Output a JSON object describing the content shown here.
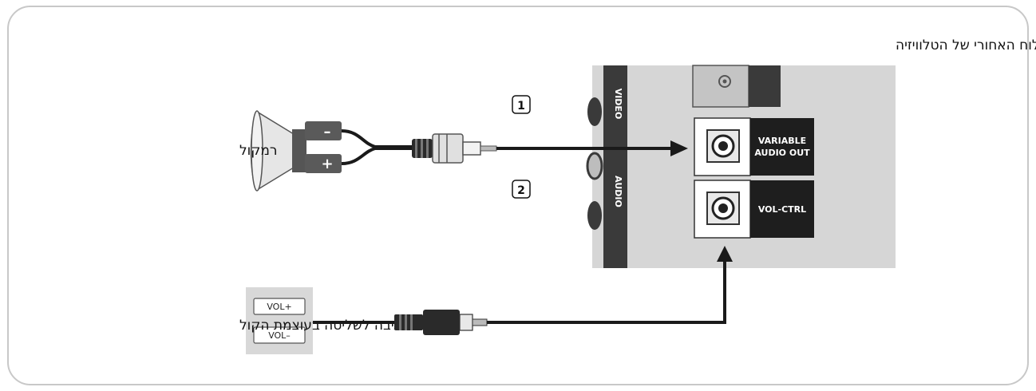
{
  "labels": {
    "tv_rear_panel": "הלוח האחורי של הטלוויזיה",
    "speaker": "רמקול",
    "volume_box": "תיבה לשליטה בעוצמת הקול"
  },
  "tv_panel": {
    "side_labels": [
      "VIDEO",
      "AUDIO"
    ],
    "jacks": [
      {
        "line1": "VARIABLE",
        "line2": "AUDIO OUT"
      },
      {
        "line1": "VOL-CTRL",
        "line2": ""
      }
    ]
  },
  "volume_box": {
    "buttons": [
      "VOL+",
      "VOL–"
    ]
  },
  "speaker": {
    "terminals": [
      "–",
      "+"
    ]
  },
  "steps": [
    "1",
    "2"
  ],
  "colors": {
    "panel": "#d6d6d6",
    "panel_dark": "#3a3a3a",
    "jack_label_bg": "#1e1e1e",
    "cable": "#1a1a1a",
    "frame": "#c8c8c8"
  }
}
